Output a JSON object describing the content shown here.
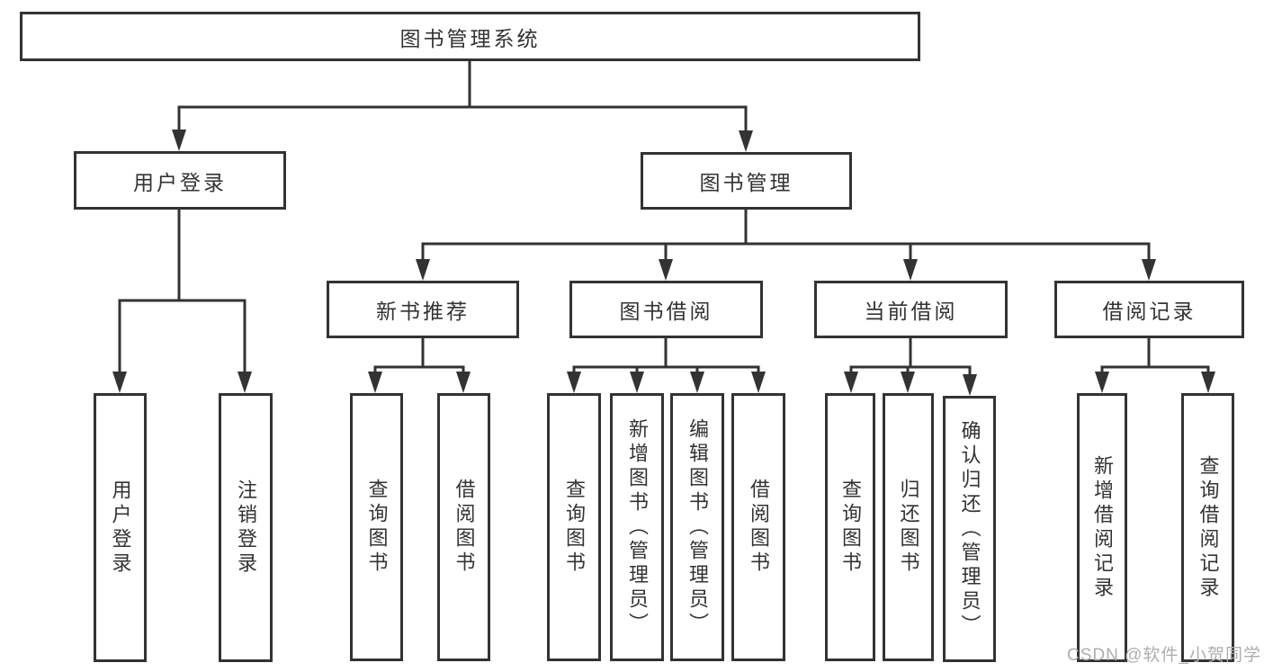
{
  "tree": {
    "label": "图书管理系统",
    "children": [
      {
        "label": "用户登录",
        "children": [
          {
            "label": "用户登录"
          },
          {
            "label": "注销登录"
          }
        ]
      },
      {
        "label": "图书管理",
        "children": [
          {
            "label": "新书推荐",
            "children": [
              {
                "label": "查询图书"
              },
              {
                "label": "借阅图书"
              }
            ]
          },
          {
            "label": "图书借阅",
            "children": [
              {
                "label": "查询图书"
              },
              {
                "label": "新增图书（管理员）"
              },
              {
                "label": "编辑图书（管理员）"
              },
              {
                "label": "借阅图书"
              }
            ]
          },
          {
            "label": "当前借阅",
            "children": [
              {
                "label": "查询图书"
              },
              {
                "label": "归还图书"
              },
              {
                "label": "确认归还（管理员）"
              }
            ]
          },
          {
            "label": "借阅记录",
            "children": [
              {
                "label": "新增借阅记录"
              },
              {
                "label": "查询借阅记录"
              }
            ]
          }
        ]
      }
    ]
  },
  "watermark": {
    "text": "CSDN @软件_小贺同学"
  },
  "colors": {
    "line": "#333333",
    "box_border": "#333333",
    "text": "#333333",
    "watermark": "#aeaeae",
    "background": "#ffffff"
  }
}
